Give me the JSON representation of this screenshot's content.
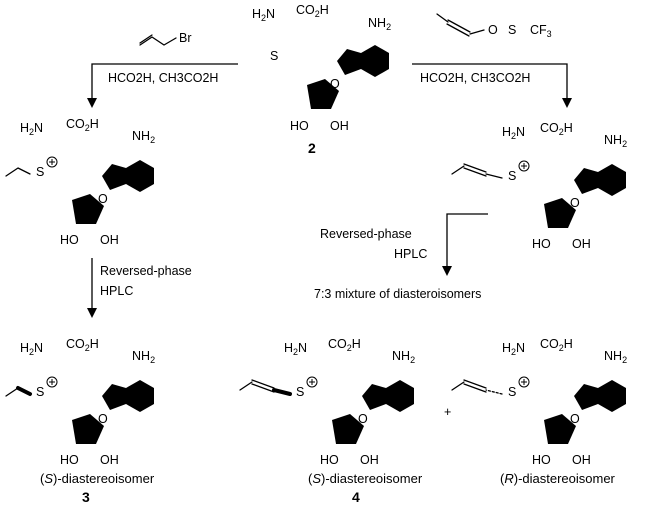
{
  "labels": {
    "amine": "H",
    "amine_sub": "2",
    "amine_n": "N",
    "acid": "CO",
    "acid_sub": "2",
    "acid_h": "H",
    "nh2": "NH",
    "nh2_sub": "2",
    "n": "N",
    "o": "O",
    "ho": "HO",
    "oh": "OH",
    "s": "S",
    "s_plus": "S",
    "br": "Br",
    "otf_o": "O",
    "otf_s": "S",
    "otf_cf3": "CF",
    "otf_cf3_sub": "3",
    "plus_sign": "+"
  },
  "reagents": {
    "left_conditions": "HCO2H, CH3CO2H",
    "right_conditions": "HCO2H, CH3CO2H",
    "left_hplc_line1": "Reversed-phase",
    "left_hplc_line2": "HPLC",
    "right_hplc_line1": "Reversed-phase",
    "right_hplc_line2": "HPLC",
    "mixture": "7:3 mixture of diasteroisomers"
  },
  "compounds": {
    "start_number": "2",
    "left_product_caption_prefix": "(",
    "left_product_caption_italic": "S",
    "left_product_caption_suffix": ")-diastereoisomer",
    "left_product_number": "3",
    "mid_product_caption_italic": "S",
    "mid_product_caption_suffix": ")-diastereoisomer",
    "mid_product_number": "4",
    "right_product_caption_italic": "R",
    "right_product_caption_suffix": ")-diastereoisomer"
  }
}
